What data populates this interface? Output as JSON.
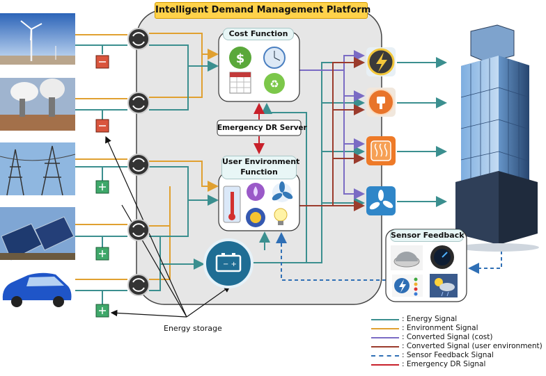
{
  "diagram": {
    "title": "Intelligent Demand Management Platform",
    "cost_function": "Cost Function",
    "emergency_server": "Emergency DR Server",
    "user_env_line1": "User Environment",
    "user_env_line2": "Function",
    "sensor_feedback": "Sensor Feedback",
    "energy_storage": "Energy storage"
  },
  "legend": [
    {
      "label": ": Energy Signal",
      "color": "#3b8f8f",
      "style": "solid"
    },
    {
      "label": ": Environment Signal",
      "color": "#e0a030",
      "style": "solid"
    },
    {
      "label": ": Converted Signal (cost)",
      "color": "#7a6bc4",
      "style": "solid"
    },
    {
      "label": ": Converted Signal (user environment)",
      "color": "#9b3b2c",
      "style": "solid"
    },
    {
      "label": ": Sensor Feedback Signal",
      "color": "#2f6fb5",
      "style": "dashed"
    },
    {
      "label": ": Emergency DR Signal",
      "color": "#c8202a",
      "style": "solid"
    }
  ],
  "colors": {
    "energy": "#3b8f8f",
    "environment": "#e0a030",
    "cost": "#7a6bc4",
    "user_env": "#9b3b2c",
    "feedback": "#2f6fb5",
    "emergency": "#c8202a",
    "platform_bg": "#e6e6e6",
    "title_bg": "#ffd24a"
  },
  "icons": {
    "sources": [
      "wind-turbine-icon",
      "geothermal-plant-icon",
      "power-lines-icon",
      "solar-panel-icon",
      "electric-car-icon"
    ],
    "converters": [
      "converter-icon"
    ],
    "meters": [
      "meter-icon"
    ],
    "cost": [
      "dollar-icon",
      "clock-icon",
      "calendar-icon",
      "recycle-icon"
    ],
    "user_env": [
      "thermometer-icon",
      "humidity-icon",
      "fan-icon",
      "sun-icon",
      "bulb-icon"
    ],
    "outputs": [
      "lightning-icon",
      "plug-icon",
      "heater-icon",
      "fan-icon"
    ],
    "sensors": [
      "dome-sensor-icon",
      "gauge-icon",
      "status-lights-icon",
      "weather-icon"
    ],
    "battery": "battery-icon",
    "building": "skyscraper-icon"
  }
}
